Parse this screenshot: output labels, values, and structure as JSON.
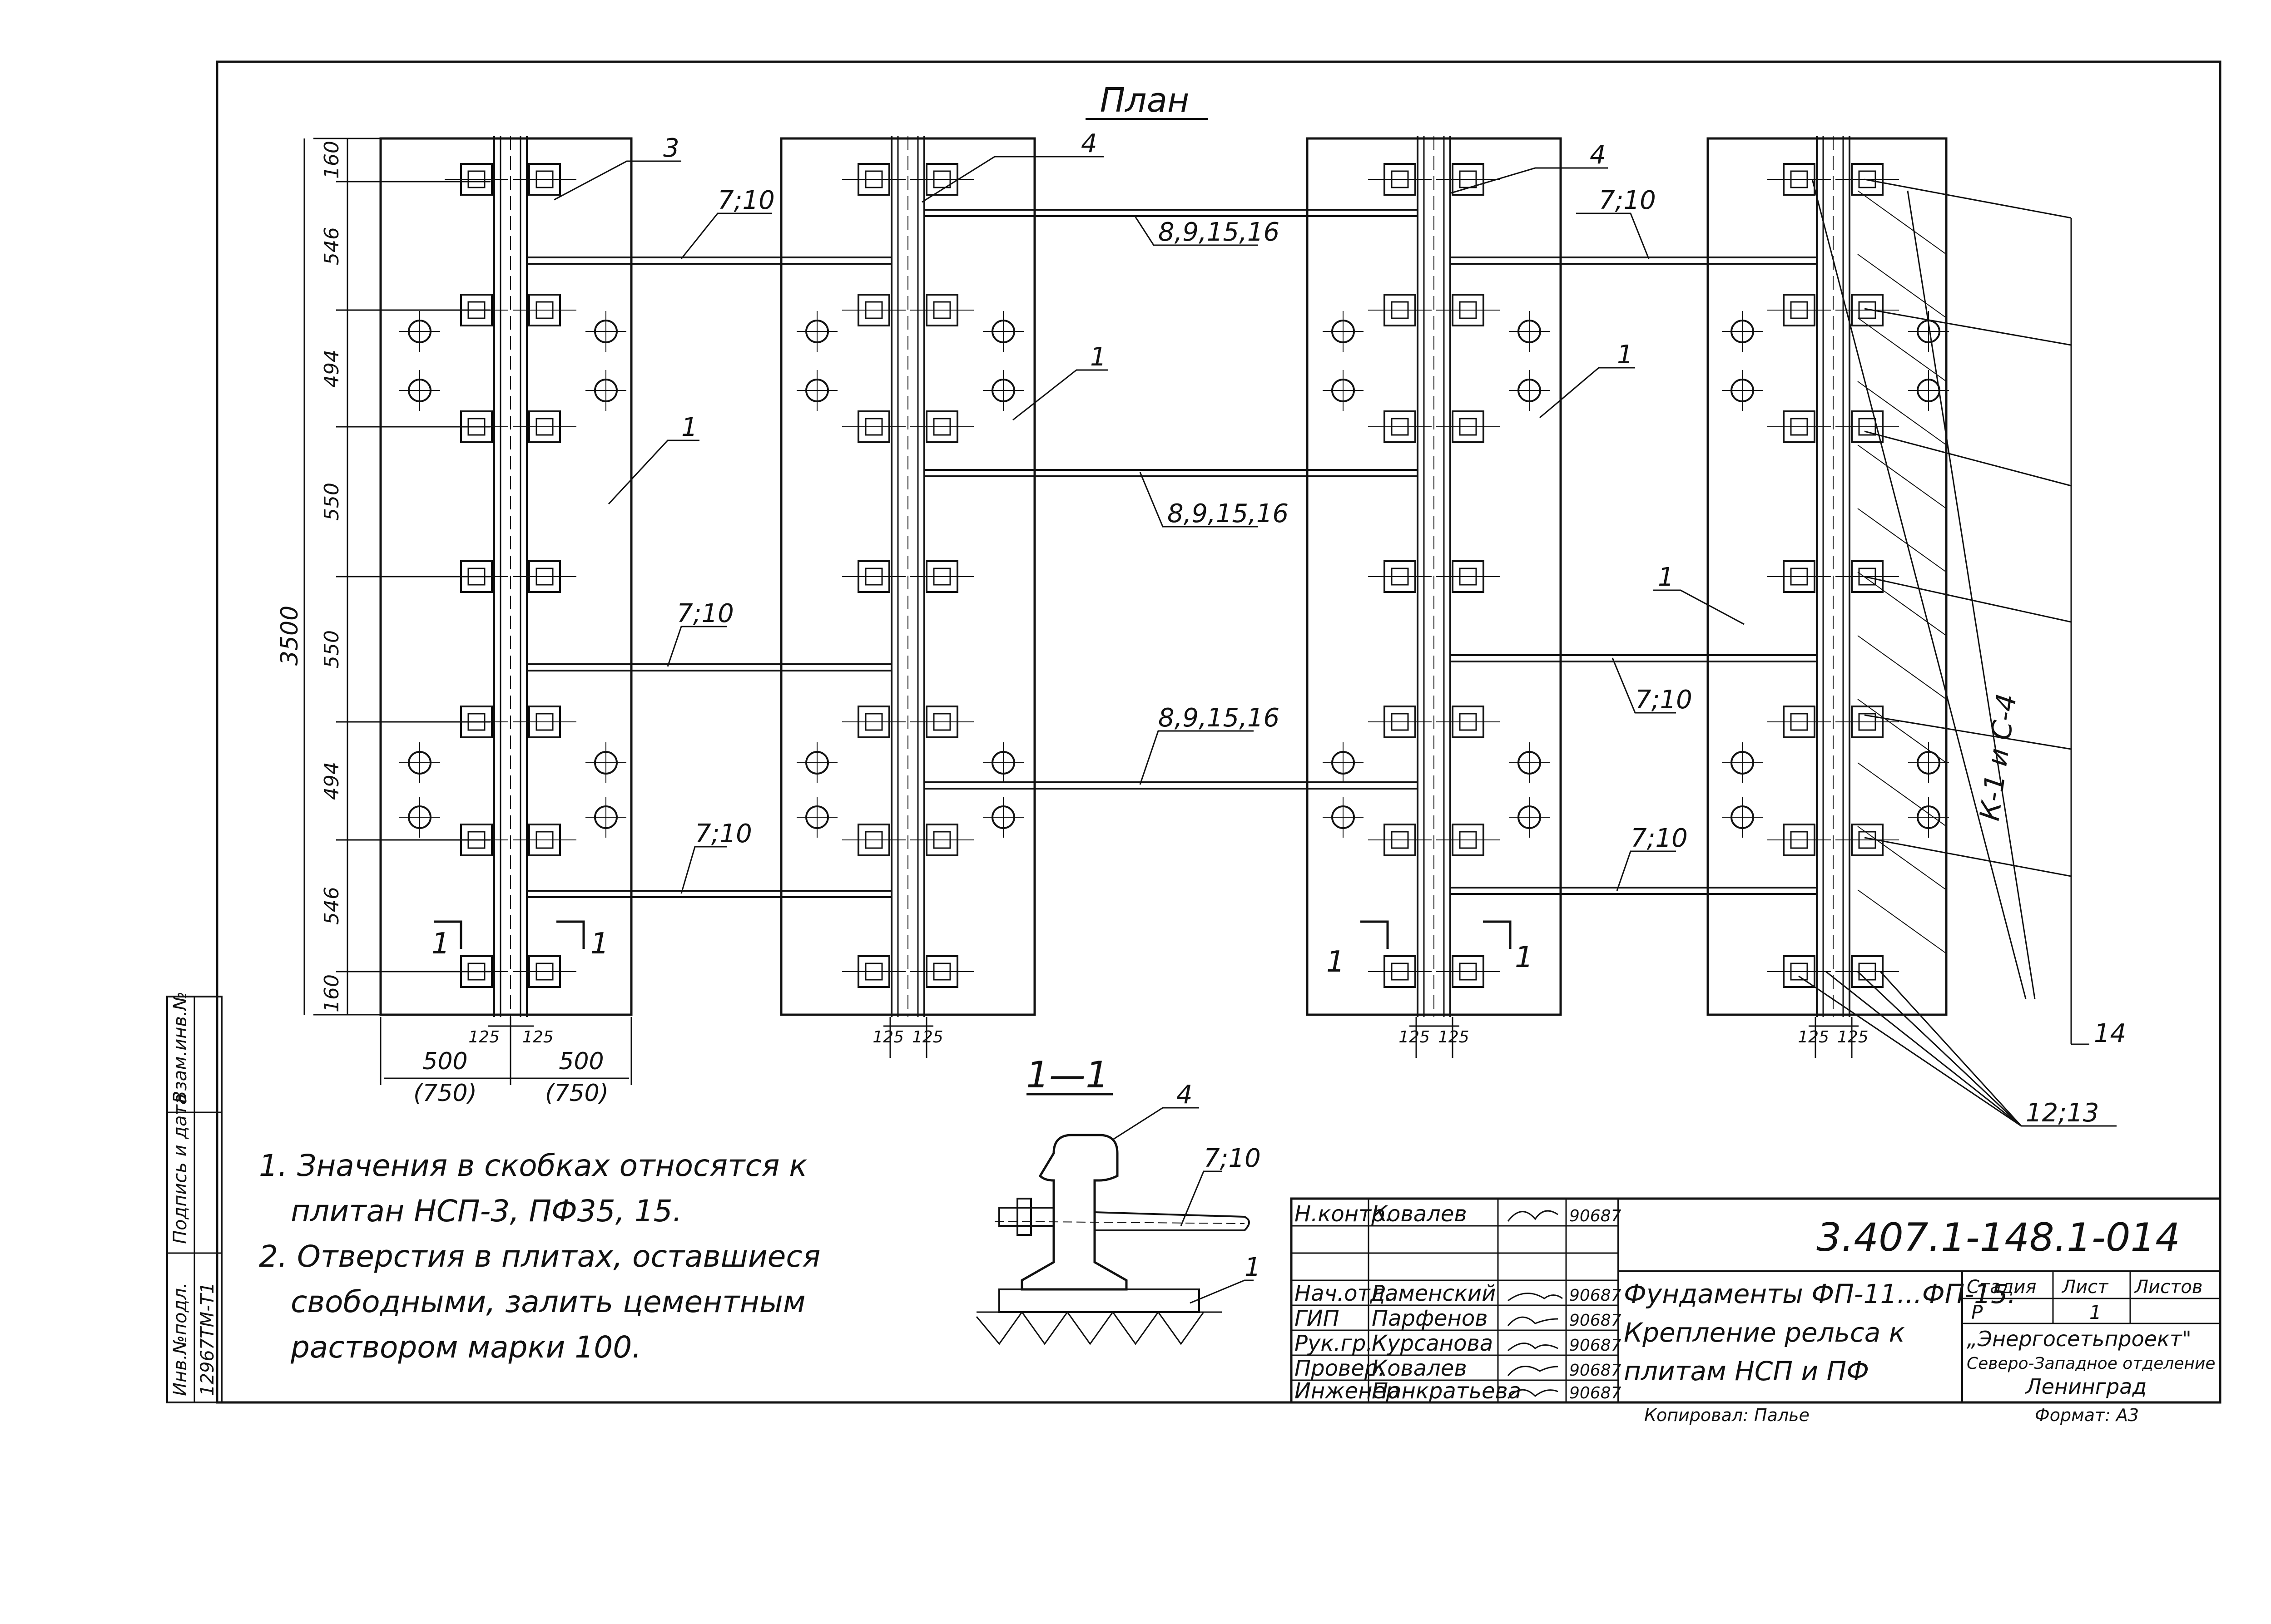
{
  "plan": {
    "title": "План",
    "callouts": {
      "c3": "3",
      "c4a": "4",
      "c4b": "4",
      "c1a": "1",
      "c1b": "1",
      "c1c": "1",
      "c1d": "1",
      "c710a": "7;10",
      "c710b": "7;10",
      "c710c": "7;10",
      "c710d": "7;10",
      "c710e": "7;10",
      "c710f": "7;10",
      "c8a": "8,9,15,16",
      "c8b": "8,9,15,16",
      "c8c": "8,9,15,16",
      "c14": "14",
      "c1213": "12;13",
      "k": "К-1 и С-4"
    },
    "section_mark": "1",
    "dims_vertical": [
      "160",
      "546",
      "494",
      "550",
      "550",
      "494",
      "546",
      "160"
    ],
    "dim_total": "3500",
    "dims_bottom": {
      "d500a": "500",
      "d750a": "(750)",
      "d125": "125",
      "d500b": "500",
      "d750b": "(750)"
    }
  },
  "section": {
    "title": "1—1",
    "c4": "4",
    "c710": "7;10",
    "c1": "1"
  },
  "notes": [
    "1. Значения в скобках относятся к",
    "плитан НСП-3, ПФ35, 15.",
    "2. Отверстия в плитах, оставшиеся",
    "свободными, залить цементным",
    "раствором марки 100."
  ],
  "side_stamp": {
    "inv_podl": "Инв.№подл.",
    "podpis": "Подпись и дата",
    "vzam": "Взам.инв.№",
    "inv_no": "12967ТМ-Т1"
  },
  "title_block": {
    "drawing_code": "3.407.1-148.1-014",
    "title_line1": "Фундаменты ФП-11...ФП-15.",
    "title_line2": "Крепление рельса к",
    "title_line3": "плитам НСП и ПФ",
    "stage_label": "Стадия",
    "sheet_label": "Лист",
    "sheets_label": "Листов",
    "stage": "Р",
    "sheet": "1",
    "org1": "„Энергосетьпроект\"",
    "org2": "Северо-Западное отделение",
    "org3": "Ленинград",
    "copied": "Копировал: Палье",
    "format": "Формат: А3",
    "rows": [
      {
        "role": "Н.контр.",
        "name": "Ковалев",
        "date": "90687"
      },
      {
        "role": "Нач.отд.",
        "name": "Раменский",
        "date": "90687"
      },
      {
        "role": "ГИП",
        "name": "Парфенов",
        "date": "90687"
      },
      {
        "role": "Рук.гр.",
        "name": "Курсанова",
        "date": "90687"
      },
      {
        "role": "Провер.",
        "name": "Ковалев",
        "date": "90687"
      },
      {
        "role": "Инженер",
        "name": "Панкратьева",
        "date": "90687"
      }
    ]
  }
}
